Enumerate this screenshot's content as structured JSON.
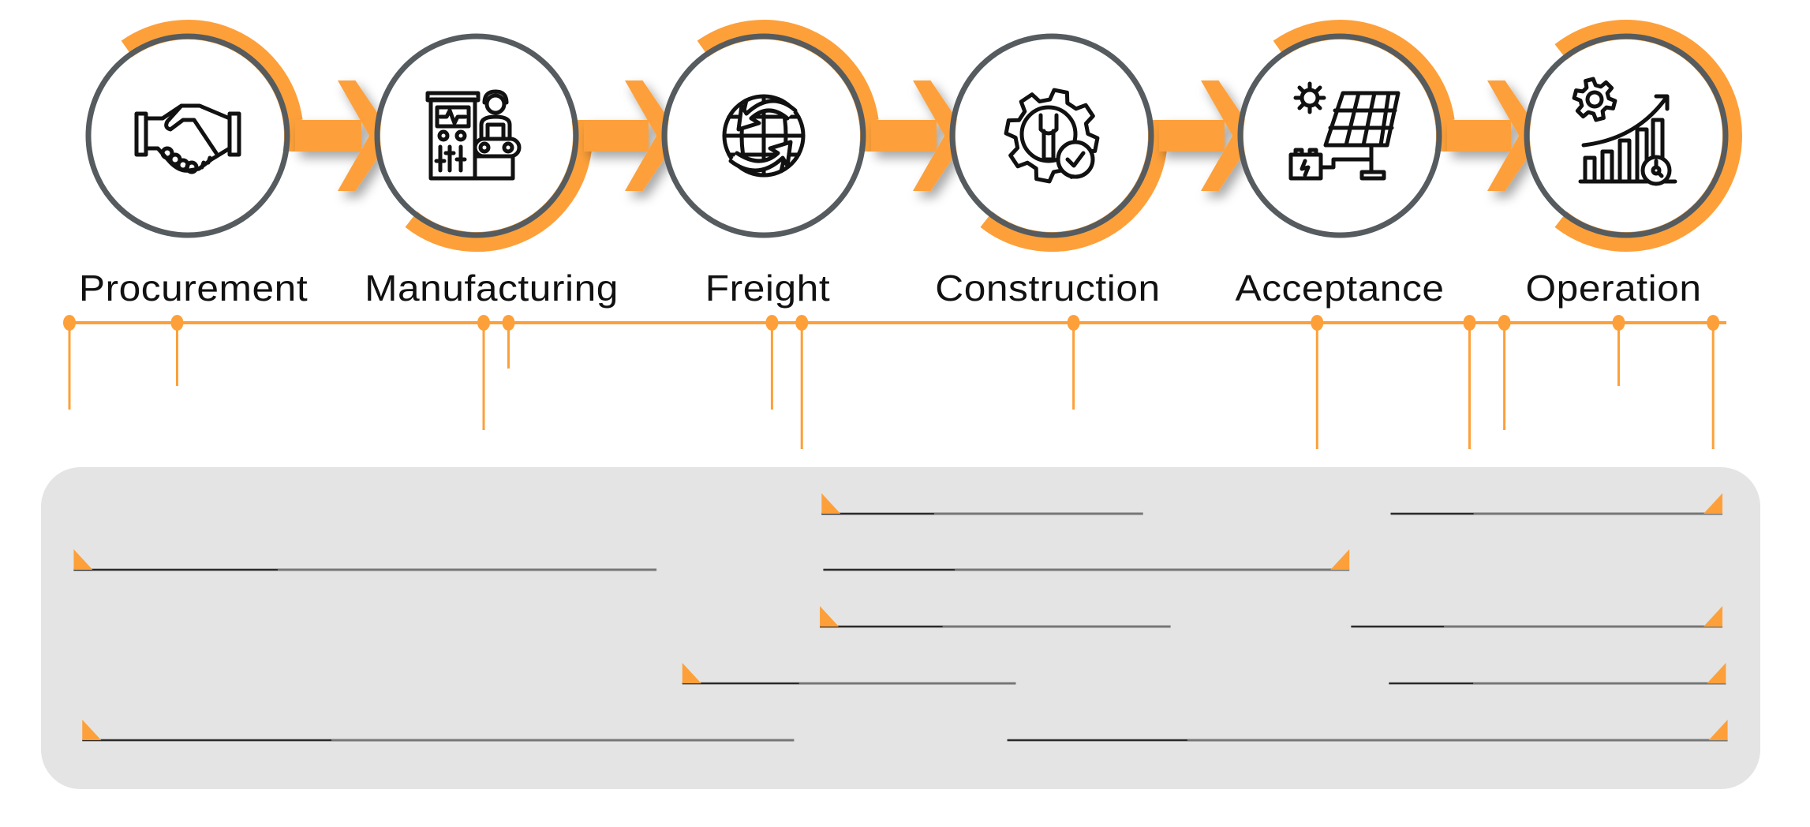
{
  "title": "Project lifecycle process",
  "colors": {
    "accent": "#FDA03A",
    "ring": "#555B5E",
    "icon": "#111111",
    "panel": "#E4E4E4",
    "bar_dark": "#2b2b2b",
    "bar_gray": "#777777"
  },
  "stages": [
    {
      "label": "Procurement",
      "icon": "handshake-icon",
      "arc": "top"
    },
    {
      "label": "Manufacturing",
      "icon": "factory-worker-icon",
      "arc": "bottom"
    },
    {
      "label": "Freight",
      "icon": "globe-arrows-icon",
      "arc": "top"
    },
    {
      "label": "Construction",
      "icon": "gear-wrench-check-icon",
      "arc": "bottom"
    },
    {
      "label": "Acceptance",
      "icon": "solar-panel-battery-icon",
      "arc": "top"
    },
    {
      "label": "Operation",
      "icon": "gear-growth-chart-icon",
      "arc": "full-right"
    }
  ],
  "timeline": {
    "markers": [
      {
        "pos": 0.0,
        "drop": "long"
      },
      {
        "pos": 0.065,
        "drop": "medium"
      },
      {
        "pos": 0.25,
        "drop": "xlong"
      },
      {
        "pos": 0.265,
        "drop": "short"
      },
      {
        "pos": 0.424,
        "drop": "long"
      },
      {
        "pos": 0.442,
        "drop": "xxlong"
      },
      {
        "pos": 0.606,
        "drop": "long"
      },
      {
        "pos": 0.753,
        "drop": "xxlong"
      },
      {
        "pos": 0.845,
        "drop": "xxlong"
      },
      {
        "pos": 0.866,
        "drop": "xlong"
      },
      {
        "pos": 0.935,
        "drop": "medium"
      },
      {
        "pos": 0.992,
        "drop": "xxlong"
      }
    ]
  },
  "gantt": {
    "rows": [
      {
        "bars": [
          {
            "start": 0.454,
            "end": 0.641,
            "flag": "left"
          },
          {
            "start": 0.785,
            "end": 0.978,
            "flag": "right"
          }
        ]
      },
      {
        "bars": [
          {
            "start": 0.019,
            "end": 0.358,
            "flag": "left"
          },
          {
            "start": 0.455,
            "end": 0.761,
            "flag": "right"
          }
        ]
      },
      {
        "bars": [
          {
            "start": 0.453,
            "end": 0.657,
            "flag": "left"
          },
          {
            "start": 0.762,
            "end": 0.978,
            "flag": "right"
          }
        ]
      },
      {
        "bars": [
          {
            "start": 0.373,
            "end": 0.567,
            "flag": "left"
          },
          {
            "start": 0.784,
            "end": 0.98,
            "flag": "right"
          }
        ]
      },
      {
        "bars": [
          {
            "start": 0.024,
            "end": 0.438,
            "flag": "left"
          },
          {
            "start": 0.562,
            "end": 0.981,
            "flag": "right"
          }
        ]
      }
    ]
  }
}
